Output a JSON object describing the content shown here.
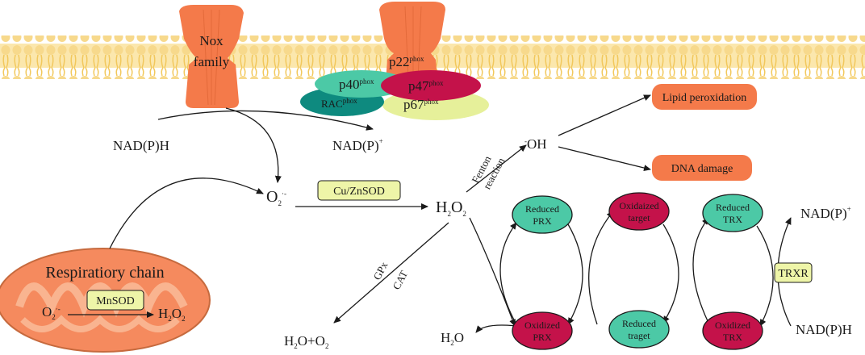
{
  "membrane": {
    "nox_label_line1": "Nox",
    "nox_label_line2": "family",
    "p22": "p22",
    "p22_sup": "phox",
    "p40": "p40",
    "p40_sup": "phox",
    "p47": "p47",
    "p47_sup": "phox",
    "rac": "RAC",
    "rac_sup": "phox",
    "p67": "p67",
    "p67_sup": "phox"
  },
  "cofactors": {
    "nadph_left": "NAD(P)H",
    "nadp_mid": "NAD(P)",
    "nadp_mid_sup": "+",
    "nadp_right": "NAD(P)",
    "nadp_right_sup": "+",
    "nadph_right": "NAD(P)H"
  },
  "species": {
    "superoxide_base": "O",
    "superoxide_sub": "2",
    "superoxide_sup": "·-",
    "h2o2_h": "H",
    "h2o2_sub1": "2",
    "h2o2_o": "O",
    "h2o2_sub2": "2",
    "hydroxyl_pre": "-",
    "hydroxyl": "OH",
    "water": "H",
    "water_sub": "2",
    "water_o": "O",
    "h2o_o2": "H",
    "h2o_o2_sub1": "2",
    "h2o_o2_mid": "O+O",
    "h2o_o2_sub2": "2"
  },
  "enzymes": {
    "cuznsod": "Cu/ZnSOD",
    "mnsod": "MnSOD",
    "trxr": "TRXR",
    "gpx": "GPx",
    "cat": "CAT",
    "fenton_line1": "Fenton",
    "fenton_line2": "reaction"
  },
  "outcomes": {
    "lipid": "Lipid peroxidation",
    "dna": "DNA damage"
  },
  "mito": {
    "title": "Respiratiory chain",
    "o2_base": "O",
    "o2_sub": "2",
    "o2_sup": "·-",
    "h2o2_h": "H",
    "h2o2_sub1": "2",
    "h2o2_o": "O",
    "h2o2_sub2": "2"
  },
  "cycle": {
    "reduced_prx_1": "Reduced",
    "reduced_prx_2": "PRX",
    "oxidized_prx_1": "Oxidized",
    "oxidized_prx_2": "PRX",
    "oxidized_target_1": "Oxidaized",
    "oxidized_target_2": "target",
    "reduced_target_1": "Reduced",
    "reduced_target_2": "traget",
    "reduced_trx_1": "Reduced",
    "reduced_trx_2": "TRX",
    "oxidized_trx_1": "Oxidized",
    "oxidized_trx_2": "TRX"
  },
  "colors": {
    "membrane": "#f7d98c",
    "nox": "#f47a4a",
    "p40": "#4cc9a6",
    "p47": "#c4124a",
    "rac": "#0e8a7f",
    "p67": "#e6f09a",
    "outcome": "#f47a4a",
    "enzyme_box": "#eef5a8",
    "mito_outer": "#f58a5e",
    "reduced_node": "#4cc9a6",
    "oxidized_node": "#c4124a"
  }
}
